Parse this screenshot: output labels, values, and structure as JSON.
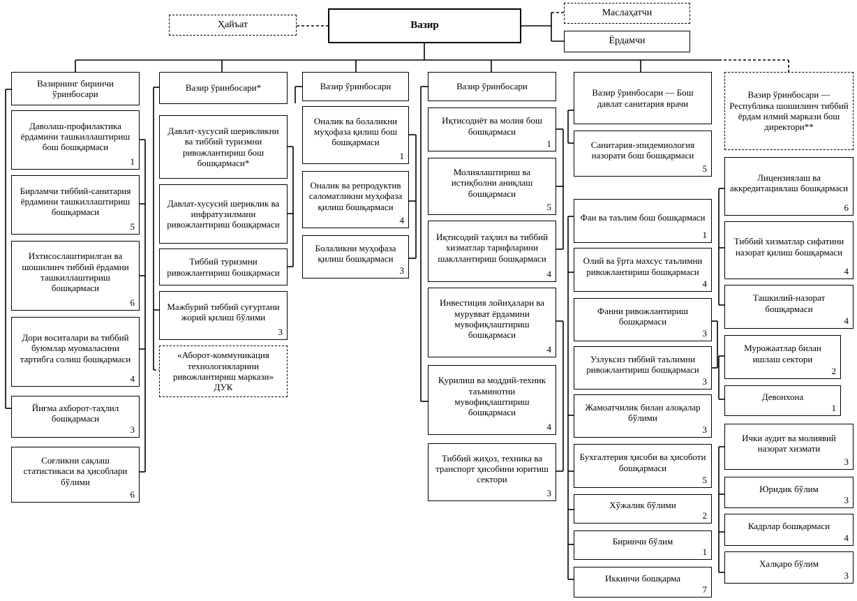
{
  "top": {
    "minister": "Вазир",
    "council": "Ҳайъат",
    "advisor": "Маслаҳатчи",
    "assistant": "Ёрдамчи"
  },
  "columns": [
    {
      "head": "Вазирнинг биринчи ўринбосари",
      "items": [
        {
          "label": "Даволаш-профилактика ёрдамини ташкиллаштириш бош бошқармаси",
          "count": "1"
        },
        {
          "label": "Бирламчи тиббий-санитария ёрдамини ташкиллаштириш бошқармаси",
          "count": "5"
        },
        {
          "label": "Ихтисослаштирилган ва шошилинч тиббий ёрдамни ташкиллаштириш бошқармаси",
          "count": "6"
        },
        {
          "label": "Дори воситалари ва тиббий буюмлар муомаласини тартибга солиш бошқармаси",
          "count": "4"
        },
        {
          "label": "Йиғма ахборот-таҳлил бошқармаси",
          "count": "3"
        },
        {
          "label": "Соғликни сақлаш статистикаси ва ҳисоблари бўлими",
          "count": "6"
        }
      ]
    },
    {
      "head": "Вазир ўринбосари*",
      "items": [
        {
          "label": "Давлат-хусусий шерикликни ва тиббий туризмни ривожлантириш бош бошқармаси*",
          "count": ""
        },
        {
          "label": "Давлат-хусусий шериклик ва инфратузилмани ривожлантириш бошқармаси",
          "count": ""
        },
        {
          "label": "Тиббий туризмни ривожлантириш бошқармаси",
          "count": ""
        },
        {
          "label": "Мажбурий тиббий суғуртани жорий қилиш бўлими",
          "count": "3"
        },
        {
          "label": "«Аборот-коммуникация технологияларини ривожлантириш маркази» ДУК",
          "count": ""
        }
      ]
    },
    {
      "head": "Вазир ўринбосари",
      "items": [
        {
          "label": "Оналик ва болаликни муҳофаза қилиш бош бошқармаси",
          "count": "1"
        },
        {
          "label": "Оналик ва репродуктив саломатликни муҳофаза қилиш бошқармаси",
          "count": "4"
        },
        {
          "label": "Болаликни муҳофаза қилиш бошқармаси",
          "count": "3"
        }
      ]
    },
    {
      "head": "Вазир ўринбосари",
      "items": [
        {
          "label": "Иқтисодиёт ва молия бош бошқармаси",
          "count": "1"
        },
        {
          "label": "Молиялаштириш ва истиқболни аниқлаш бошқармаси",
          "count": "5"
        },
        {
          "label": "Иқтисодий таҳлил ва тиббий хизматлар тарифларини шакллантириш бошқармаси",
          "count": "4"
        },
        {
          "label": "Инвестиция лойиҳалари ва мурувват ёрдамини мувофиқлаштириш бошқармаси",
          "count": "4"
        },
        {
          "label": "Қурилиш ва моддий-техник таъминотни мувофиқлаштириш бошқармаси",
          "count": "4"
        },
        {
          "label": "Тиббий жиҳоз, техника ва транспорт ҳисобини юритиш сектори",
          "count": "3"
        }
      ]
    },
    {
      "head": "Вазир ўринбосари — Бош давлат санитария врачи",
      "items": [
        {
          "label": "Санитария-эпидемиология назорати бош бошқармаси",
          "count": "5"
        },
        {
          "label": "Фан ва таълим бош бошқармаси",
          "count": "1"
        },
        {
          "label": "Олий ва ўрта махсус таълимни ривожлантириш бошқармаси",
          "count": "4"
        },
        {
          "label": "Фанни ривожлантириш бошқармаси",
          "count": "3"
        },
        {
          "label": "Узлуксиз тиббий таълимни ривожлантириш бошқармаси",
          "count": "3"
        },
        {
          "label": "Жамоатчилик билан алоқалар бўлими",
          "count": "3"
        },
        {
          "label": "Бухгалтерия ҳисоби ва ҳисоботи бошқармаси",
          "count": "5"
        },
        {
          "label": "Хўжалик бўлими",
          "count": "2"
        },
        {
          "label": "Биринчи бўлим",
          "count": "1"
        },
        {
          "label": "Иккинчи бошқарма",
          "count": "7"
        }
      ]
    },
    {
      "head": "Вазир ўринбосари — Республика шошилинч тиббий ёрдам илмий маркази бош директори**",
      "items": [
        {
          "label": "Лицензиялаш ва аккредитациялаш бошқармаси",
          "count": "6"
        },
        {
          "label": "Тиббий хизматлар сифатини назорат қилиш бошқармаси",
          "count": "4"
        },
        {
          "label": "Ташкилий-назорат бошқармаси",
          "count": "4"
        },
        {
          "label": "Мурожаатлар билан ишлаш сектори",
          "count": "2"
        },
        {
          "label": "Девонхона",
          "count": "1"
        },
        {
          "label": "Ички аудит ва молиявий назорат хизмати",
          "count": "3"
        },
        {
          "label": "Юридик бўлим",
          "count": "3"
        },
        {
          "label": "Кадрлар бошқармаси",
          "count": "4"
        },
        {
          "label": "Халқаро бўлим",
          "count": "3"
        }
      ]
    }
  ]
}
